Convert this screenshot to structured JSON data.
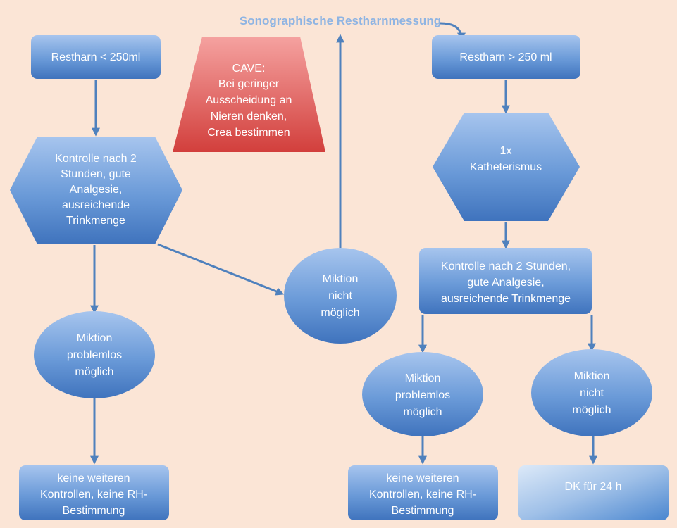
{
  "title": "Sonographische Restharnmessung",
  "left": {
    "start": "Restharn < 250ml",
    "check": [
      "Kontrolle nach 2",
      "Stunden, gute",
      "Analgesie,",
      "ausreichende",
      "Trinkmenge"
    ],
    "ok": [
      "Miktion",
      "problemlos",
      "möglich"
    ],
    "result": [
      "keine weiteren",
      "Kontrollen, keine RH-",
      "Bestimmung"
    ]
  },
  "middle": {
    "not_possible": [
      "Miktion",
      "nicht",
      "möglich"
    ],
    "caution": [
      "CAVE:",
      "Bei geringer",
      "Ausscheidung an",
      "Nieren denken,",
      "Crea bestimmen"
    ]
  },
  "right": {
    "start": "Restharn > 250 ml",
    "cath": [
      "1x",
      "Katheterismus"
    ],
    "check": [
      "Kontrolle nach 2 Stunden,",
      "gute Analgesie,",
      "ausreichende Trinkmenge"
    ],
    "ok": [
      "Miktion",
      "problemlos",
      "möglich"
    ],
    "not_possible": [
      "Miktion",
      "nicht",
      "möglich"
    ],
    "result_ok": [
      "keine weiteren",
      "Kontrollen, keine RH-",
      "Bestimmung"
    ],
    "result_dk": "DK für 24 h"
  },
  "colors": {
    "background": "#fbe5d6",
    "node_blue": "#4f81bd",
    "node_blue_light": "#8db3e2",
    "caution_red": "#d9534f",
    "arrow": "#4f81bd",
    "title": "#8eb4e3"
  }
}
